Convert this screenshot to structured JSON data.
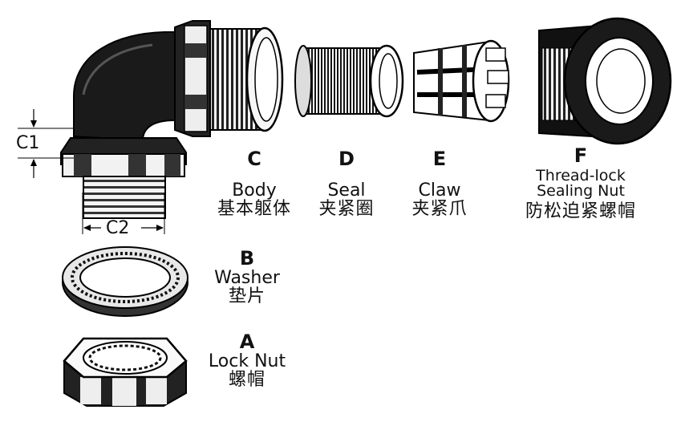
{
  "dimensions": {
    "c1": "C1",
    "c2": "C2"
  },
  "parts": {
    "C": {
      "letter": "C",
      "name_en": "Body",
      "name_cn": "基本躯体"
    },
    "D": {
      "letter": "D",
      "name_en": "Seal",
      "name_cn": "夹紧圈"
    },
    "E": {
      "letter": "E",
      "name_en": "Claw",
      "name_cn": "夹紧爪"
    },
    "F": {
      "letter": "F",
      "name_en_line1": "Thread-lock",
      "name_en_line2": "Sealing Nut",
      "name_cn": "防松迫紧螺帽"
    },
    "B": {
      "letter": "B",
      "name_en": "Washer",
      "name_cn": "垫片"
    },
    "A": {
      "letter": "A",
      "name_en": "Lock Nut",
      "name_cn": "螺帽"
    }
  }
}
